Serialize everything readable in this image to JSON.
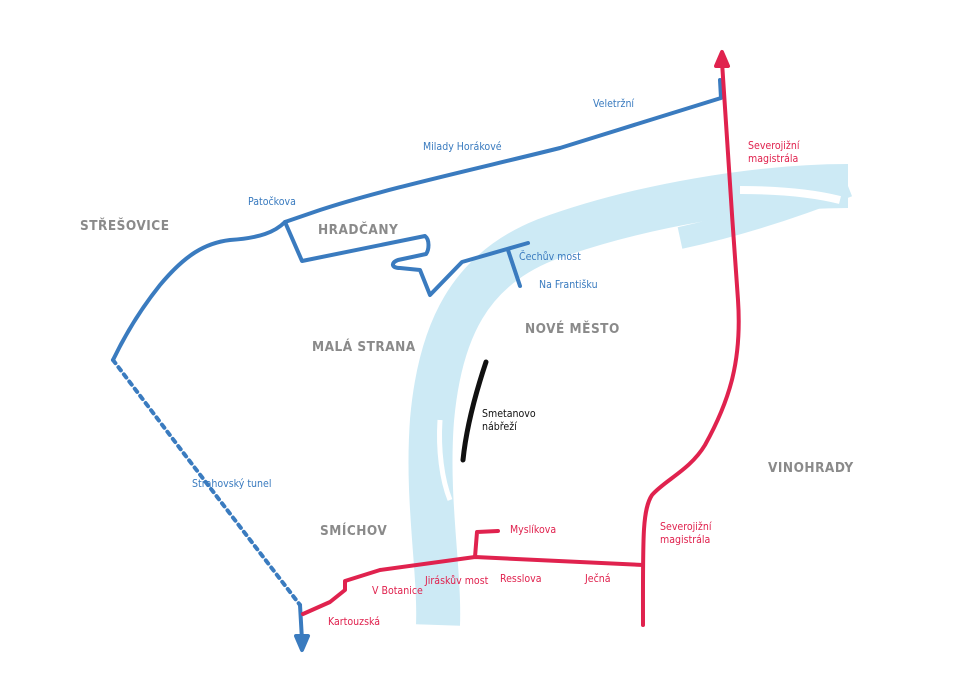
{
  "colors": {
    "river": "#cdeaf5",
    "blue_route": "#3a7bbf",
    "red_route": "#e0224e",
    "tunnel_route": "#111111",
    "district": "#8a8a8a"
  },
  "districts": [
    "STŘEŠOVICE",
    "HRADČANY",
    "MALÁ STRANA",
    "NOVÉ MĚSTO",
    "SMÍCHOV",
    "VINOHRADY"
  ],
  "blue_labels": [
    "Veletržní",
    "Milady Horákové",
    "Patočkova",
    "Čechův most",
    "Na Františku",
    "Strahovský tunel"
  ],
  "red_labels": [
    "Severojižní magistrála",
    "Myslíkova",
    "Severojižní magistrála",
    "Jiráskův most",
    "Resslova",
    "Ječná",
    "V Botanice",
    "Kartouzská"
  ],
  "black_labels": [
    "Smetanovo nábřeží"
  ]
}
